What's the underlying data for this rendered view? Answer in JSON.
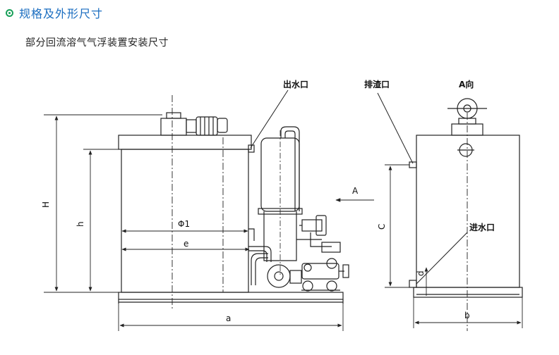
{
  "header": {
    "icon": "circle-bullet-icon",
    "icon_color": "#19a05a",
    "title": "规格及外形尺寸",
    "title_color": "#1a6dc0"
  },
  "subtitle": "部分回流溶气气浮装置安装尺寸",
  "diagram": {
    "labels": {
      "outlet": "出水口",
      "slag_outlet": "排渣口",
      "view_a": "A向",
      "arrow_a": "A",
      "inlet": "进水口",
      "dim_H": "H",
      "dim_h": "h",
      "dim_phi1": "Φ1",
      "dim_e": "e",
      "dim_a": "a",
      "dim_b": "b",
      "dim_c": "C",
      "dim_d": "d"
    }
  }
}
